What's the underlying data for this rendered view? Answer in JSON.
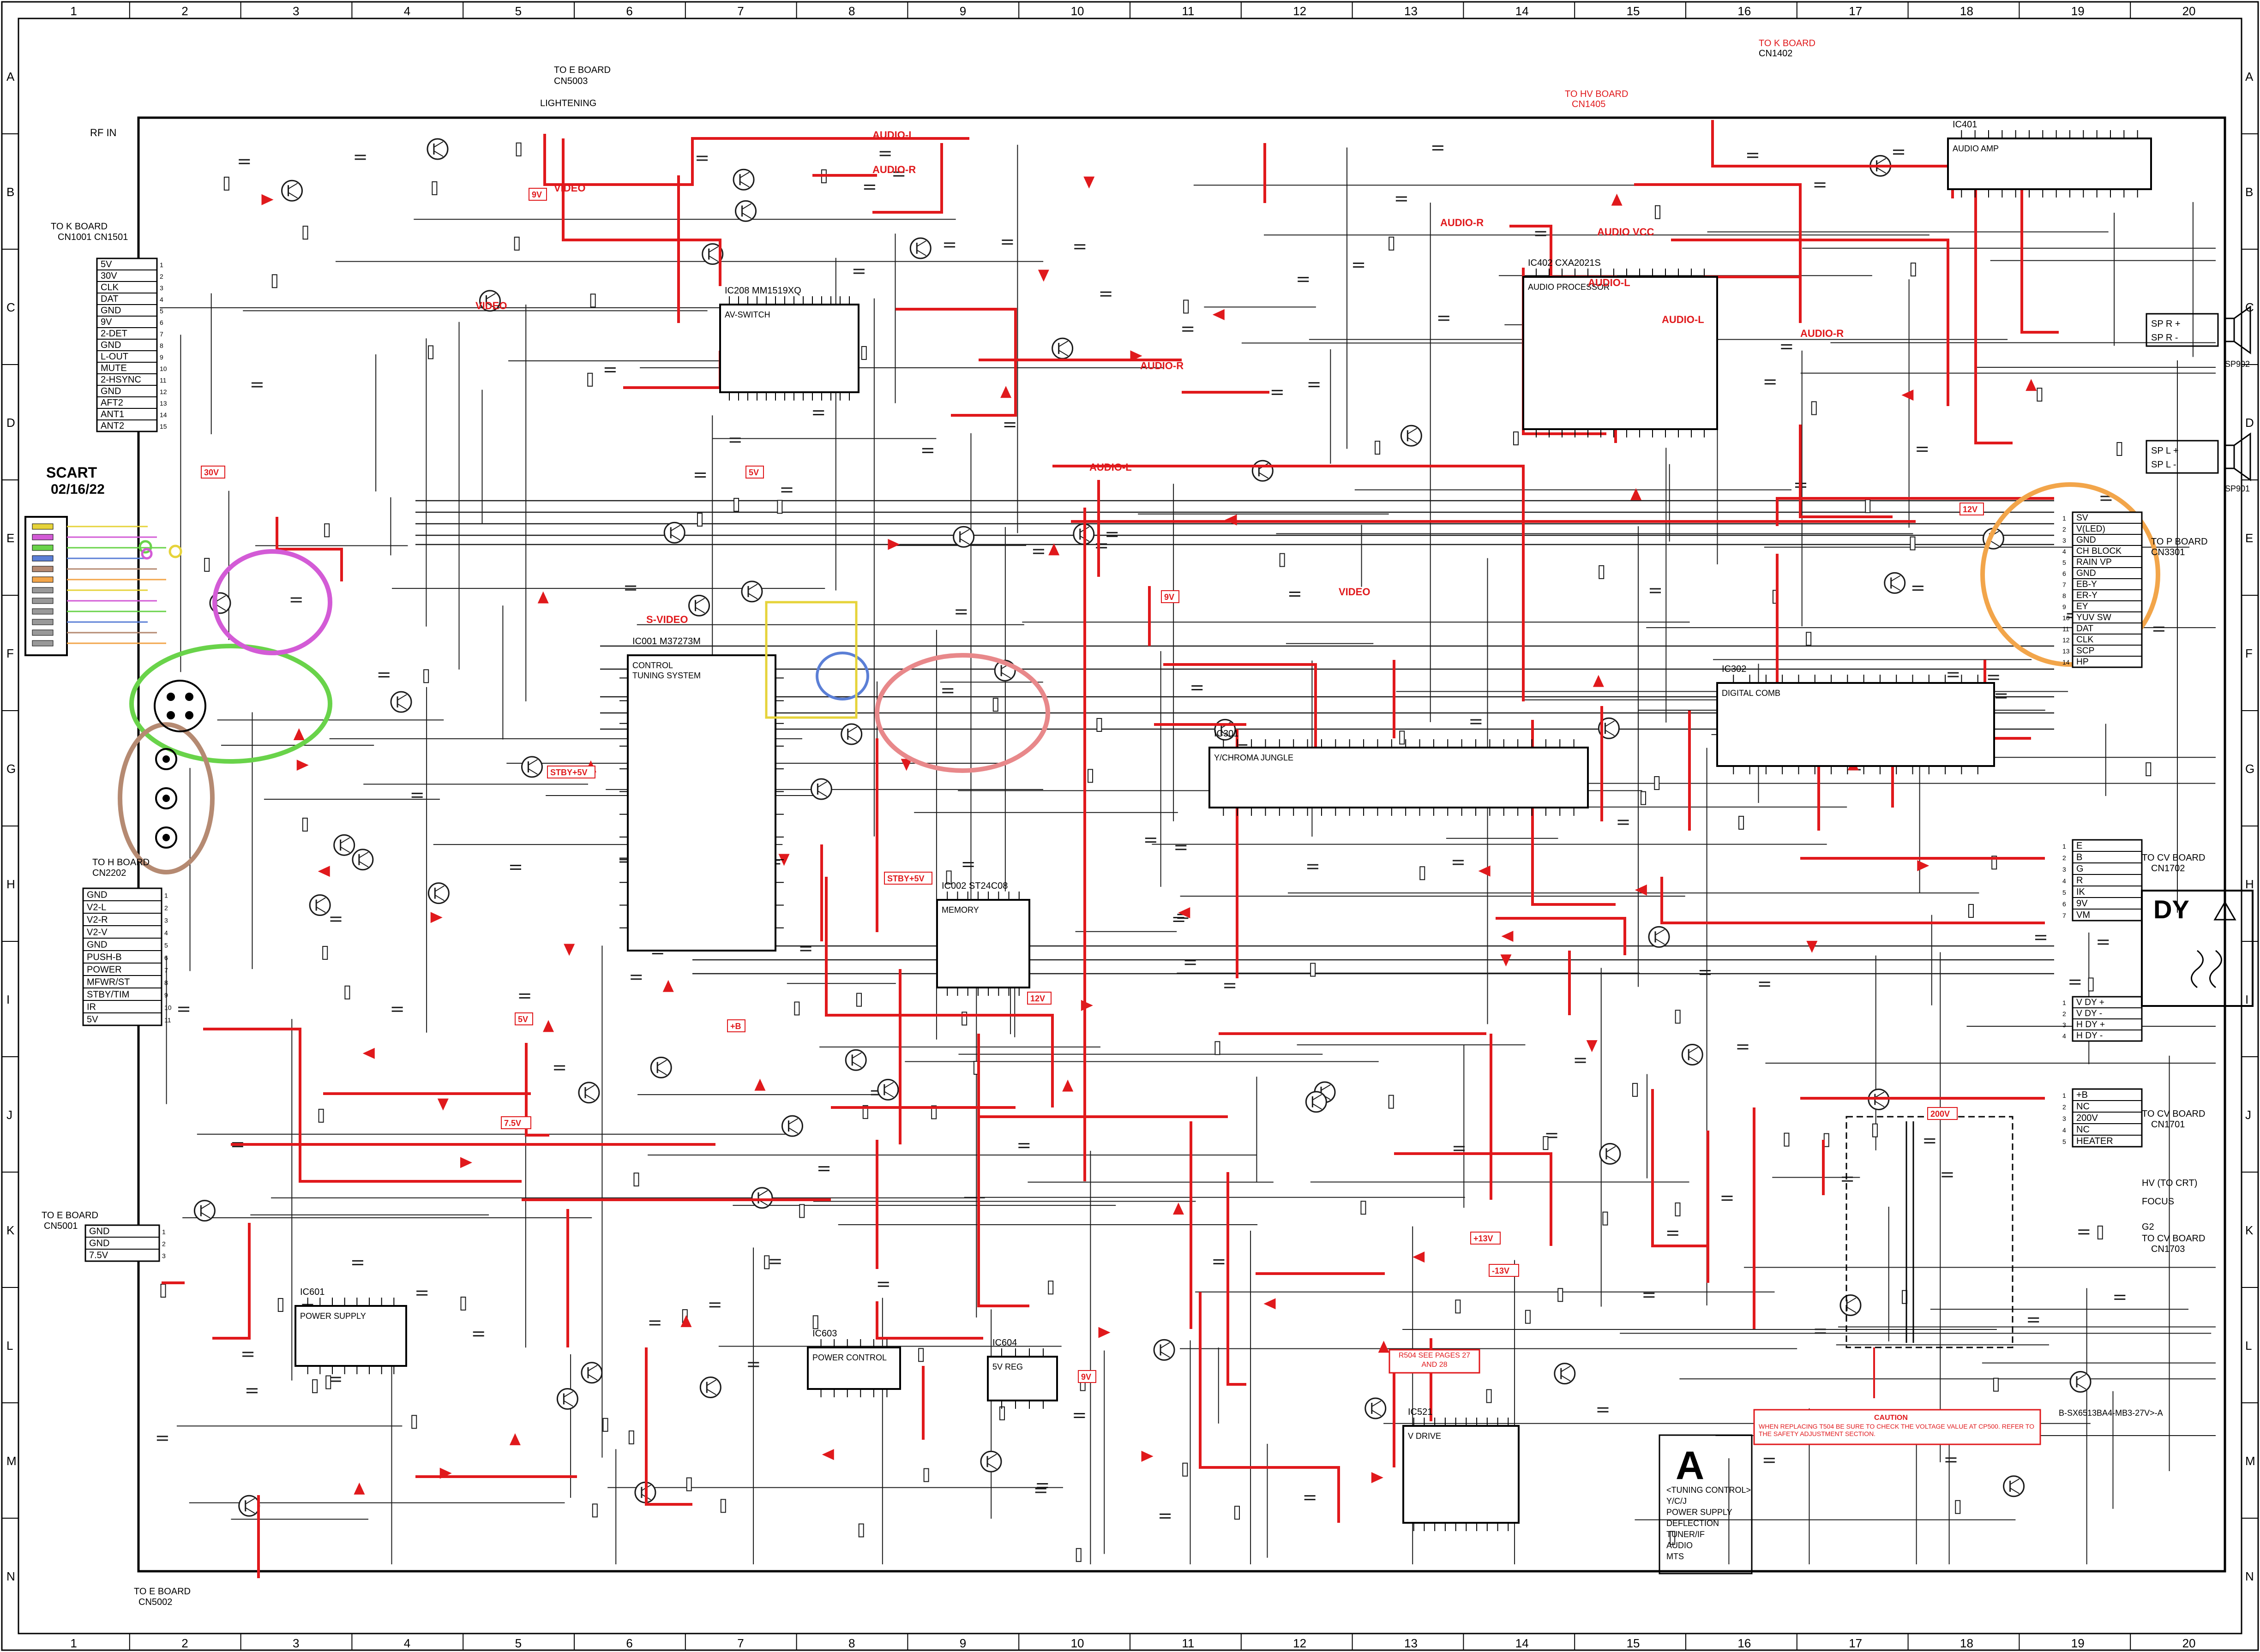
{
  "columns": [
    "1",
    "2",
    "3",
    "4",
    "5",
    "6",
    "7",
    "8",
    "9",
    "10",
    "11",
    "12",
    "13",
    "14",
    "15",
    "16",
    "17",
    "18",
    "19",
    "20"
  ],
  "rows": [
    "A",
    "B",
    "C",
    "D",
    "E",
    "F",
    "G",
    "H",
    "I",
    "J",
    "K",
    "L",
    "M",
    "N"
  ],
  "colors": {
    "frame": "#000000",
    "wire": "#222222",
    "red": "#e0191c",
    "orange": "#f2a54a",
    "pink": "#e8888a",
    "green": "#69d34a",
    "magenta": "#d35bd6",
    "brown": "#b58a72",
    "blue": "#5b7fd6",
    "yellow": "#e6d33a"
  },
  "scart": {
    "title": "SCART",
    "date": "02/16/22"
  },
  "rf_in": "RF IN",
  "board_notes": {
    "to_e_board_top": "TO E BOARD",
    "to_e_board_top_cn": "CN5003",
    "lightening": "LIGHTENING",
    "to_k_board_left": "TO K BOARD",
    "to_k_board_left_cn": "CN1001 CN1501",
    "to_h_board": "TO H BOARD",
    "to_h_board_cn": "CN2202",
    "to_e_board_lower": "TO E BOARD",
    "to_e_board_lower_cn": "CN5001",
    "to_e_board_bottom": "TO E BOARD",
    "to_e_board_bottom_cn": "CN5002",
    "to_k_board_top": "TO K BOARD",
    "to_k_board_top_cn": "CN1402",
    "to_hv_board_top": "TO HV BOARD",
    "to_hv_board_cn": "CN1405",
    "to_p_board": "TO P BOARD",
    "to_p_board_cn": "CN3301",
    "to_cv_board_1": "TO CV BOARD",
    "to_cv_board_1_cn": "CN1702",
    "to_cv_board_2": "TO CV BOARD",
    "to_cv_board_2_cn": "CN1701",
    "to_cv_board_3": "TO CV BOARD",
    "to_cv_board_3_cn": "CN1703",
    "focus": "FOCUS",
    "hv_crt": "HV (TO CRT)",
    "g2": "G2",
    "dy": "DY"
  },
  "connector_left_k": [
    "5V",
    "30V",
    "CLK",
    "DAT",
    "GND",
    "9V",
    "2-DET",
    "GND",
    "L-OUT",
    "MUTE",
    "2-HSYNC",
    "GND",
    "AFT2",
    "ANT1",
    "ANT2"
  ],
  "connector_left_h": [
    "GND",
    "V2-L",
    "V2-R",
    "V2-V",
    "GND",
    "PUSH-B",
    "POWER",
    "MFWR/ST",
    "STBY/TIM",
    "IR",
    "5V"
  ],
  "connector_left_e": [
    "GND",
    "GND",
    "7.5V"
  ],
  "connector_right_p": [
    "SV",
    "V(LED)",
    "GND",
    "CH BLOCK",
    "RAIN VP",
    "GND",
    "EB-Y",
    "ER-Y",
    "EY",
    "YUV SW",
    "DAT",
    "CLK",
    "SCP",
    "HP"
  ],
  "connector_right_cv": [
    "E",
    "B",
    "G",
    "R",
    "IK",
    "9V",
    "VM"
  ],
  "connector_right_dy": [
    "V DY +",
    "V DY -",
    "H DY +",
    "H DY -"
  ],
  "connector_right_cv2": [
    "+B",
    "NC",
    "200V",
    "NC",
    "HEATER"
  ],
  "speakers": {
    "right_plus": "SP R +",
    "right_minus": "SP R -",
    "left_plus": "SP L +",
    "left_minus": "SP L -",
    "sp902": "SP902",
    "sp901": "SP901"
  },
  "ic_blocks": [
    {
      "ref": "IC001 M37273M",
      "sub": "CONTROL",
      "desc": "TUNING SYSTEM"
    },
    {
      "ref": "IC208 MM1519XQ",
      "sub": "AV-SWITCH",
      "desc": ""
    },
    {
      "ref": "IC402 CXA2021S",
      "sub": "AUDIO PROCESSOR",
      "desc": ""
    },
    {
      "ref": "IC401",
      "sub": "AUDIO AMP",
      "desc": ""
    },
    {
      "ref": "IC301",
      "sub": "Y/CHROMA JUNGLE",
      "desc": ""
    },
    {
      "ref": "IC302",
      "sub": "DIGITAL COMB",
      "desc": ""
    },
    {
      "ref": "IC002 ST24C08",
      "sub": "MEMORY",
      "desc": ""
    },
    {
      "ref": "IC601",
      "sub": "POWER SUPPLY",
      "desc": ""
    },
    {
      "ref": "IC521",
      "sub": "V DRIVE",
      "desc": ""
    },
    {
      "ref": "IC603",
      "sub": "POWER CONTROL",
      "desc": ""
    },
    {
      "ref": "IC604",
      "sub": "5V REG",
      "desc": ""
    }
  ],
  "signal_labels": [
    "VIDEO",
    "AUDIO-R",
    "AUDIO-L",
    "VIDEO",
    "AUDIO-R",
    "AUDIO-L",
    "AUDIO VCC",
    "AUDIO-L",
    "AUDIO-R",
    "VIDEO",
    "S-VIDEO",
    "AUDIO-R",
    "AUDIO-L"
  ],
  "rail_labels": [
    "9V",
    "5V",
    "12V",
    "9V",
    "STBY+5V",
    "STBY+5V",
    "7.5V",
    "5V",
    "+B",
    "12V",
    "9V",
    "30V",
    "200V",
    "+13V",
    "-13V"
  ],
  "caution": {
    "title": "CAUTION",
    "body": "WHEN REPLACING T504 BE SURE TO CHECK THE VOLTAGE VALUE AT CP500. REFER TO THE SAFETY ADJUSTMENT SECTION."
  },
  "board_panel": {
    "letter": "A",
    "lines": [
      "<TUNING CONTROL>",
      "Y/C/J",
      "POWER SUPPLY",
      "DEFLECTION",
      "TUNER/IF",
      "AUDIO",
      "MTS"
    ]
  },
  "doc_id": "B-SX6513BA4-MB3-27V>-A",
  "see_note": "R504 SEE PAGES 27 AND 28"
}
